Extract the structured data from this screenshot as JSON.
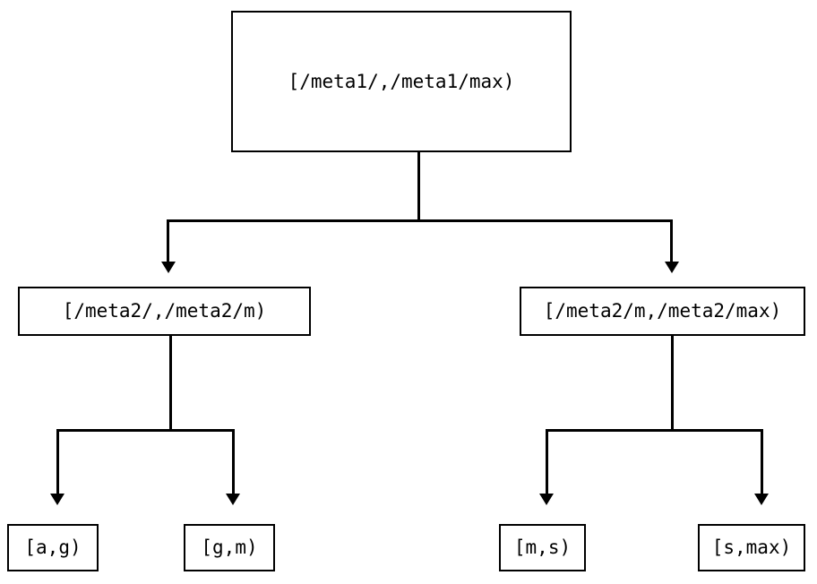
{
  "diagram": {
    "type": "tree",
    "title": "",
    "background_color": "#ffffff",
    "line_color": "#000000",
    "text_color": "#000000",
    "nodes": {
      "root": {
        "label": "[/meta1/,/meta1/max)",
        "level": 0
      },
      "mid_left": {
        "label": "[/meta2/,/meta2/m)",
        "level": 1
      },
      "mid_right": {
        "label": "[/meta2/m,/meta2/max)",
        "level": 1
      },
      "leaf_ag": {
        "label": "[a,g)",
        "level": 2
      },
      "leaf_gm": {
        "label": "[g,m)",
        "level": 2
      },
      "leaf_ms": {
        "label": "[m,s)",
        "level": 2
      },
      "leaf_smax": {
        "label": "[s,max)",
        "level": 2
      }
    },
    "edges": [
      {
        "from": "root",
        "to": "mid_left",
        "arrow": "down-triangle"
      },
      {
        "from": "root",
        "to": "mid_right",
        "arrow": "down-triangle"
      },
      {
        "from": "mid_left",
        "to": "leaf_ag",
        "arrow": "down-triangle"
      },
      {
        "from": "mid_left",
        "to": "leaf_gm",
        "arrow": "down-triangle"
      },
      {
        "from": "mid_right",
        "to": "leaf_ms",
        "arrow": "down-triangle"
      },
      {
        "from": "mid_right",
        "to": "leaf_smax",
        "arrow": "down-triangle"
      }
    ]
  }
}
